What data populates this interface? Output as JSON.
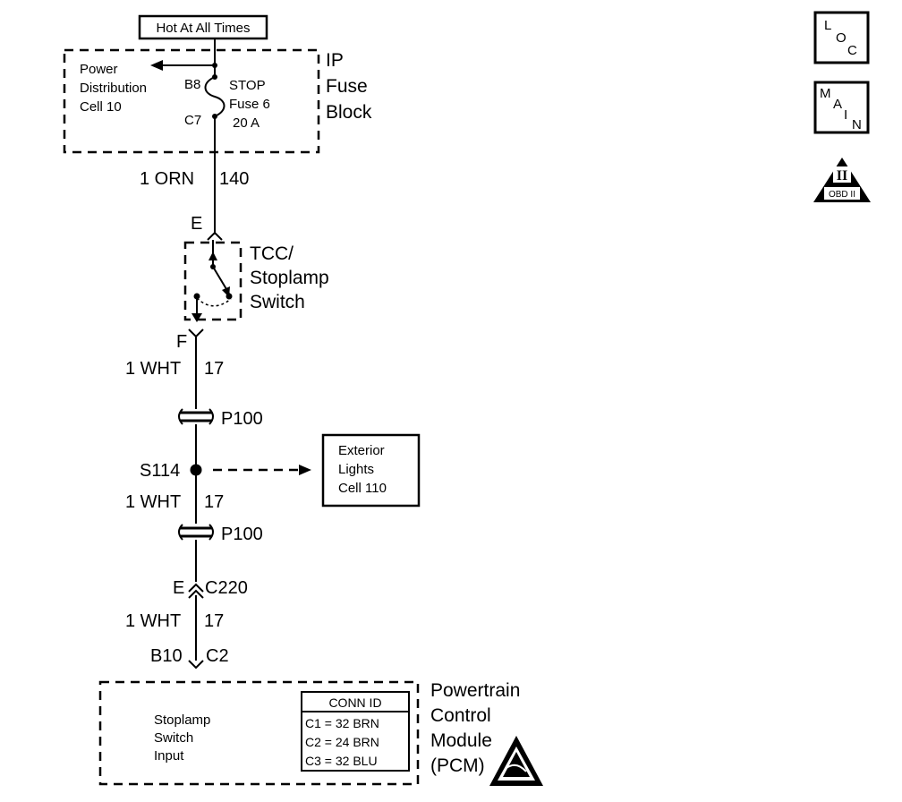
{
  "power_source": {
    "label": "Hot At All Times"
  },
  "fuse_block": {
    "title_lines": [
      "IP",
      "Fuse",
      "Block"
    ],
    "power_dist_lines": [
      "Power",
      "Distribution",
      "Cell 10"
    ],
    "pin_top": "B8",
    "pin_bottom": "C7",
    "fuse_lines": [
      "STOP",
      "Fuse 6",
      "20 A"
    ]
  },
  "wire1": {
    "gauge_color": "1 ORN",
    "circuit": "140"
  },
  "switch": {
    "pin_in": "E",
    "pin_out": "F",
    "title_lines": [
      "TCC/",
      "Stoplamp",
      "Switch"
    ]
  },
  "wire2": {
    "gauge_color": "1 WHT",
    "circuit": "17"
  },
  "pass_through_1": {
    "label": "P100"
  },
  "splice": {
    "label": "S114"
  },
  "exterior_lights": {
    "lines": [
      "Exterior",
      "Lights",
      "Cell 110"
    ]
  },
  "wire3": {
    "gauge_color": "1 WHT",
    "circuit": "17"
  },
  "pass_through_2": {
    "label": "P100"
  },
  "connector_c220": {
    "pin": "E",
    "label": "C220"
  },
  "wire4": {
    "gauge_color": "1 WHT",
    "circuit": "17"
  },
  "pcm_connector": {
    "pin": "B10",
    "label": "C2"
  },
  "pcm": {
    "title_lines": [
      "Powertrain",
      "Control",
      "Module",
      "(PCM)"
    ],
    "input_lines": [
      "Stoplamp",
      "Switch",
      "Input"
    ],
    "conn_id_header": "CONN ID",
    "conn_id_rows": [
      "C1 = 32 BRN",
      "C2 = 24 BRN",
      "C3 = 32 BLU"
    ]
  },
  "nav_icons": {
    "loc": [
      "L",
      "O",
      "C"
    ],
    "main": [
      "M",
      "A",
      "I",
      "N"
    ],
    "obd": {
      "numeral": "II",
      "label": "OBD II"
    }
  }
}
